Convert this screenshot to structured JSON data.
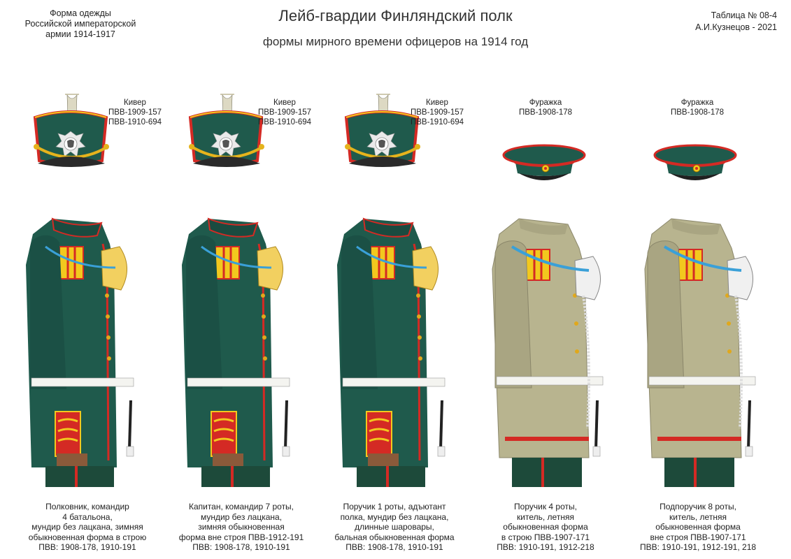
{
  "header": {
    "left_lines": [
      "Форма одежды",
      "Российской императорской",
      "армии  1914-1917"
    ],
    "title": "Лейб-гвардии Финляндский полк",
    "subtitle": "формы мирного времени офицеров на 1914 год",
    "right_lines": [
      "Таблица №  08-4",
      "А.И.Кузнецов - 2021"
    ]
  },
  "figures": [
    {
      "hat_lines": [
        "Кивер",
        "ПВВ-1909-157",
        "ПВВ-1910-694"
      ],
      "caption_lines": [
        "Полковник, командир",
        "4 батальона,",
        "мундир без лацкана, зимняя",
        "обыкновенная форма в строю",
        "ПВВ: 1908-178, 1910-191"
      ]
    },
    {
      "hat_lines": [
        "Кивер",
        "ПВВ-1909-157",
        "ПВВ-1910-694"
      ],
      "caption_lines": [
        "Капитан, командир 7 роты,",
        "мундир без лацкана,",
        "зимняя обыкновенная",
        "форма вне строя ПВВ-1912-191",
        "ПВВ: 1908-178, 1910-191"
      ]
    },
    {
      "hat_lines": [
        "Кивер",
        "ПВВ-1909-157",
        "ПВВ-1910-694"
      ],
      "caption_lines": [
        "Поручик 1 роты, адъютант",
        "полка, мундир без лацкана,",
        "длинные шаровары,",
        "бальная обыкновенная форма",
        "ПВВ: 1908-178, 1910-191"
      ]
    },
    {
      "hat_lines": [
        "Фуражка",
        "ПВВ-1908-178"
      ],
      "caption_lines": [
        "Поручик 4 роты,",
        "китель, летняя",
        "обыкновенная форма",
        "в строю ПВВ-1907-171",
        "ПВВ: 1910-191, 1912-218"
      ]
    },
    {
      "hat_lines": [
        "Фуражка",
        "ПВВ-1908-178"
      ],
      "caption_lines": [
        "Подпоручик 8 роты,",
        "китель, летняя",
        "обыкновенная форма",
        "вне строя ПВВ-1907-171",
        "ПВВ: 1910-191, 1912-191, 218"
      ]
    }
  ],
  "colors": {
    "tunic_green": "#1f5a4c",
    "piping_red": "#d42a24",
    "epaulette_yellow": "#f2c81e",
    "kitel_khaki": "#b8b48f",
    "trouser_green": "#1d4a3a",
    "cord_blue": "#3aa0d8"
  }
}
